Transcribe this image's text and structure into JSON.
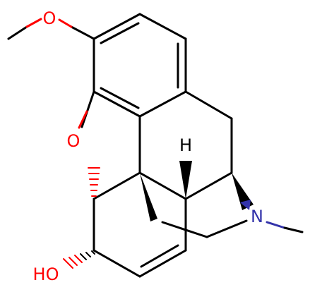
{
  "colors": {
    "background": "#ffffff",
    "bond": "#000000",
    "oxygen": "#ff0000",
    "nitrogen": "#3333aa"
  },
  "atoms": {
    "methoxy_oxygen": "O",
    "bridge_oxygen": "O",
    "hydroxyl": "HO",
    "nitrogen": "N",
    "hydrogen": "H"
  }
}
